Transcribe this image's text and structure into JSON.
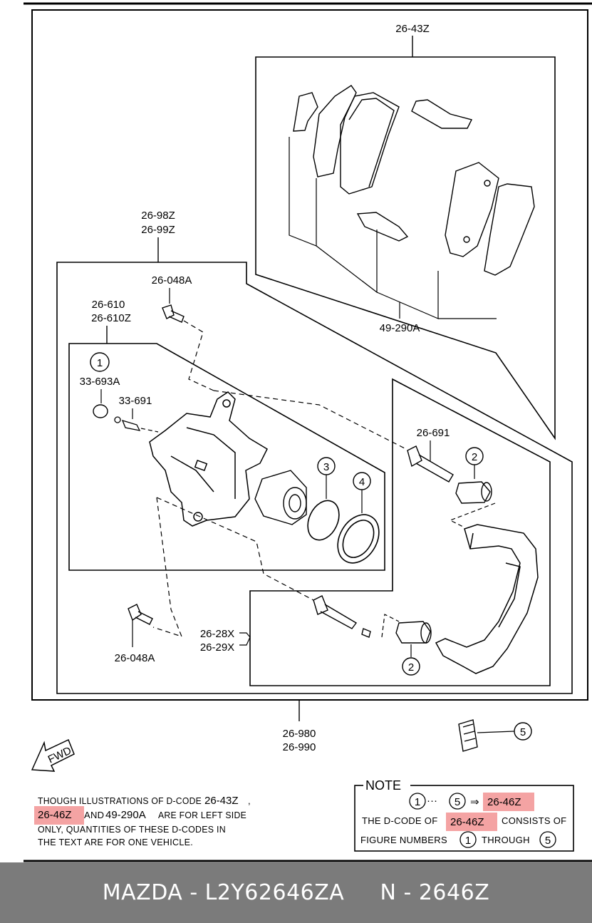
{
  "labels": {
    "pad_kit": "26-43Z",
    "caliper_assy_1": "26-98Z",
    "caliper_assy_2": "26-99Z",
    "bolt_top": "26-048A",
    "caliper_body_1": "26-610",
    "caliper_body_2": "26-610Z",
    "bleeder_cap": "33-693A",
    "bleeder_screw": "33-691",
    "guide_pin": "26-691",
    "shim_kit": "49-290A",
    "bracket_1": "26-28X",
    "bracket_2": "26-29X",
    "bolt_bottom": "26-048A",
    "brake_assy_1": "26-980",
    "brake_assy_2": "26-990",
    "fwd": "FWD"
  },
  "callouts": {
    "c1": "1",
    "c2a": "2",
    "c2b": "2",
    "c3": "3",
    "c4": "4",
    "c5": "5"
  },
  "left_note": {
    "line1_a": "THOUGH ILLUSTRATIONS OF D-CODE",
    "line1_code": "26-43Z",
    "line1_b": ",",
    "line2_code": "26-46Z",
    "line2_a": "AND",
    "line2_code2": "49-290A",
    "line2_b": "ARE FOR LEFT SIDE",
    "line3": "ONLY, QUANTITIES OF THESE D-CODES IN",
    "line4": "THE TEXT ARE FOR ONE VEHICLE."
  },
  "note_box": {
    "title": "NOTE",
    "n1": "1",
    "dots": "···",
    "n5": "5",
    "arrow": "⇒",
    "code_a": "26-46Z",
    "line2_a": "THE D-CODE OF",
    "code_b": "26-46Z",
    "line2_b": "CONSISTS OF",
    "line3_a": "FIGURE NUMBERS",
    "n1b": "1",
    "line3_b": "THROUGH",
    "n5b": "5",
    "highlight_color": "#f4a3a3"
  },
  "footer": {
    "text": "MAZDA - L2Y62646ZA     N - 2646Z",
    "background": "#7b7b7b"
  }
}
